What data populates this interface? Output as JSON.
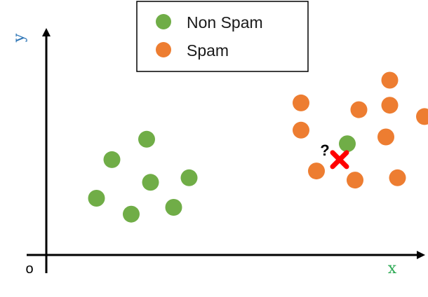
{
  "chart_data": {
    "type": "scatter",
    "xlabel": "x",
    "ylabel": "y",
    "origin_label": "o",
    "xlim": [
      0,
      10
    ],
    "ylim": [
      0,
      10
    ],
    "grid": false,
    "legend_placement": "top-center",
    "series": [
      {
        "name": "Non Spam",
        "color": "#70ad47",
        "points": [
          {
            "x": 2.6,
            "y": 5.1
          },
          {
            "x": 1.7,
            "y": 4.2
          },
          {
            "x": 3.7,
            "y": 3.4
          },
          {
            "x": 2.7,
            "y": 3.2
          },
          {
            "x": 1.3,
            "y": 2.5
          },
          {
            "x": 2.2,
            "y": 1.8
          },
          {
            "x": 3.3,
            "y": 2.1
          },
          {
            "x": 7.8,
            "y": 4.9
          }
        ]
      },
      {
        "name": "Spam",
        "color": "#ed7d31",
        "points": [
          {
            "x": 6.6,
            "y": 6.7
          },
          {
            "x": 8.9,
            "y": 7.7
          },
          {
            "x": 8.1,
            "y": 6.4
          },
          {
            "x": 8.9,
            "y": 6.6
          },
          {
            "x": 9.8,
            "y": 6.1
          },
          {
            "x": 6.6,
            "y": 5.5
          },
          {
            "x": 8.8,
            "y": 5.2
          },
          {
            "x": 7.0,
            "y": 3.7
          },
          {
            "x": 8.0,
            "y": 3.3
          },
          {
            "x": 9.1,
            "y": 3.4
          }
        ]
      }
    ],
    "query_point": {
      "x": 7.6,
      "y": 4.2,
      "color": "#ff0000",
      "annotation": "?"
    }
  }
}
